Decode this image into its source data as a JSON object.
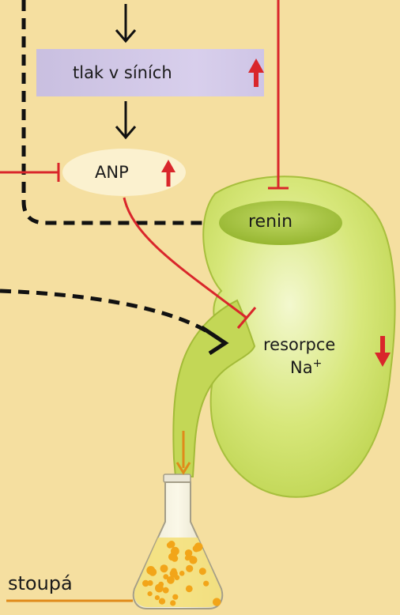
{
  "diagram": {
    "labels": {
      "atrial_pressure": "tlak v síních",
      "anp": "ANP",
      "renin": "renin",
      "resorption_line1": "resorpce",
      "resorption_line2": "Na",
      "resorption_sup": "+",
      "rising": "stoupá"
    },
    "colors": {
      "background": "#f5dfa0",
      "box": "#cfc4e4",
      "inhibit": "#d9262b",
      "kidney": "#c8dc5a",
      "renin_oval": "#9fbe32",
      "anp_oval": "#fbf1cf",
      "urine_arrow": "#e08a1a",
      "dots": "#f2a519"
    },
    "icons": {
      "up": "red-up-arrow-icon",
      "down": "red-down-arrow-icon",
      "flask": "erlenmeyer-flask-icon"
    }
  }
}
